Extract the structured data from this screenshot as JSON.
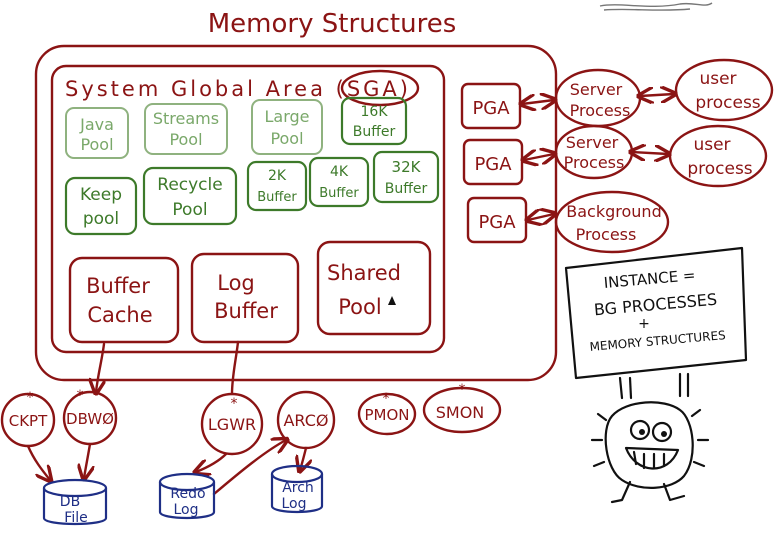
{
  "title": "Memory Structures",
  "sga": {
    "label": "System Global Area (SGA)",
    "pools_top": [
      {
        "line1": "Java",
        "line2": "Pool"
      },
      {
        "line1": "Streams",
        "line2": "Pool"
      },
      {
        "line1": "Large",
        "line2": "Pool"
      },
      {
        "line1": "16K",
        "line2": "Buffer"
      }
    ],
    "pools_mid": [
      {
        "line1": "Keep",
        "line2": "pool"
      },
      {
        "line1": "Recycle",
        "line2": "Pool"
      },
      {
        "line1": "2K",
        "line2": "Buffer"
      },
      {
        "line1": "4K",
        "line2": "Buffer"
      },
      {
        "line1": "32K",
        "line2": "Buffer"
      }
    ],
    "big_areas": [
      {
        "line1": "Buffer",
        "line2": "Cache"
      },
      {
        "line1": "Log",
        "line2": "Buffer"
      },
      {
        "line1": "Shared",
        "line2": "Pool"
      }
    ]
  },
  "pga": [
    "PGA",
    "PGA",
    "PGA"
  ],
  "processes": [
    {
      "line1": "Server",
      "line2": "Process"
    },
    {
      "line1": "Server",
      "line2": "Process"
    },
    {
      "line1": "Background",
      "line2": "Process"
    }
  ],
  "user_processes": [
    {
      "line1": "user",
      "line2": "process"
    },
    {
      "line1": "user",
      "line2": "process"
    }
  ],
  "instance_note": {
    "line1": "INSTANCE =",
    "line2": "BG PROCESSES",
    "plus": "+",
    "line3": "MEMORY STRUCTURES"
  },
  "bg_processes": [
    "CKPT",
    "DBWØ",
    "LGWR",
    "ARCØ",
    "PMON",
    "SMON"
  ],
  "files": [
    {
      "line1": "DB",
      "line2": "File"
    },
    {
      "line1": "Redo",
      "line2": "Log"
    },
    {
      "line1": "Arch",
      "line2": "Log"
    }
  ],
  "colors": {
    "red": "#8b1414",
    "green": "#3d7a2a",
    "light_green": "#7aa86a",
    "blue": "#1f2f86",
    "black": "#111111"
  }
}
